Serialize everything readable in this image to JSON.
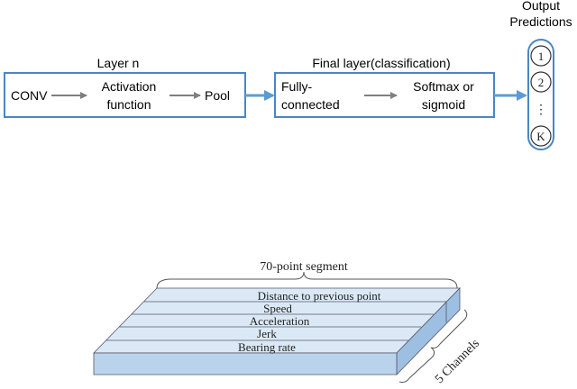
{
  "top": {
    "layer_n": {
      "title": "Layer n",
      "conv": "CONV",
      "activation_line1": "Activation",
      "activation_line2": "function",
      "pool": "Pool"
    },
    "final_layer": {
      "title": "Final layer(classification)",
      "fully_line1": "Fully-",
      "fully_line2": "connected",
      "softmax_line1": "Softmax or",
      "softmax_line2": "sigmoid"
    },
    "output": {
      "title_line1": "Output",
      "title_line2": "Predictions",
      "nodes": [
        "1",
        "2",
        "K"
      ],
      "ellipsis": "⋮"
    }
  },
  "bottom": {
    "segment_label": "70-point segment",
    "channels": [
      "Distance to previous point",
      "Speed",
      "Acceleration",
      "Jerk",
      "Bearing rate"
    ],
    "channels_label": "5 Channels"
  },
  "colors": {
    "box_border": "#4a86c5",
    "arrow_blue": "#5b9bd5",
    "arrow_gray": "#7f7f7f",
    "slab_top": "#dbe9f7",
    "slab_front": "#b9d3ec",
    "slab_side": "#9dbfe2"
  }
}
